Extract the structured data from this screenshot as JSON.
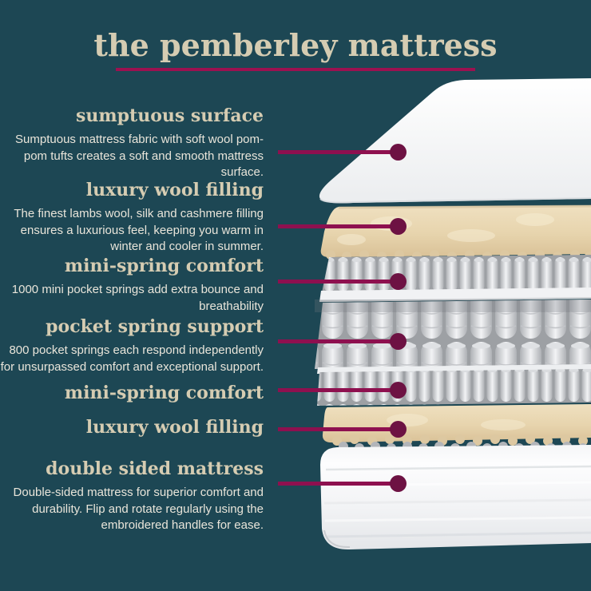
{
  "colors": {
    "bg": "#1d4754",
    "accent-line": "#8e104f",
    "accent-dot": "#6d1243",
    "underline": "#9c1150",
    "heading": "#d5ccb2",
    "body": "#e9e5da"
  },
  "title": "the pemberley mattress",
  "sections": [
    {
      "heading": "sumptuous surface",
      "body": "Sumptuous mattress fabric with soft wool pom-pom tufts creates a soft and smooth mattress surface."
    },
    {
      "heading": "luxury wool filling",
      "body": "The finest lambs wool, silk and cashmere filling ensures a luxurious feel, keeping you warm in winter and cooler in summer."
    },
    {
      "heading": "mini-spring comfort",
      "body": "1000 mini pocket springs add extra bounce and breathability"
    },
    {
      "heading": "pocket spring support",
      "body": "800 pocket springs each respond independently for unsurpassed comfort and exceptional support."
    },
    {
      "heading": "mini-spring comfort",
      "body": ""
    },
    {
      "heading": "luxury wool filling",
      "body": ""
    },
    {
      "heading": "double sided mattress",
      "body": "Double-sided mattress for superior comfort and durability. Flip and rotate regularly using the embroidered handles for ease."
    }
  ],
  "illustration": {
    "layers": [
      "smooth fabric top cover",
      "wool filling layer",
      "mini pocket spring layer",
      "pocket spring core",
      "mini pocket spring layer",
      "wool filling layer",
      "double sided mattress base"
    ]
  }
}
